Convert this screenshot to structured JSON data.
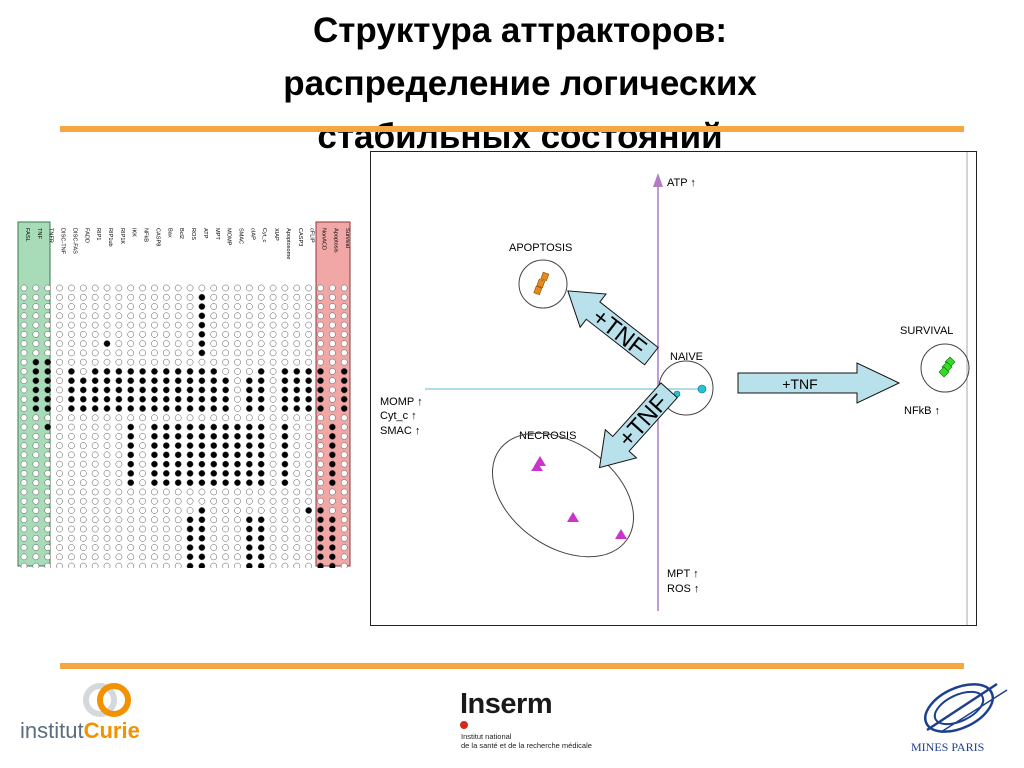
{
  "slide": {
    "title_lines": [
      "Структура аттракторов:",
      "распределение логических",
      "стабильных состояний"
    ]
  },
  "matrix": {
    "columns": [
      "FASL",
      "TNF",
      "TNFR",
      "DISC-TNF",
      "DISC-FAS",
      "FADD",
      "RIP1",
      "RIP1ub",
      "RIP1K",
      "IKK",
      "NFkB",
      "CASP8",
      "Bax",
      "Bcl2",
      "ROS",
      "ATP",
      "MPT",
      "MOMP",
      "SMAC",
      "cIAP",
      "Cyt_c",
      "XIAP",
      "Apoptosome",
      "CASP3",
      "cFLIP",
      "NonACD",
      "Apoptosis",
      "Survival"
    ],
    "input_columns": 3,
    "output_columns": 3,
    "rows": [
      "0000000000000000000000000000",
      "0000000000000001000000000000",
      "0000000000000001000000000000",
      "0000000000000001000000000000",
      "0000000000000001000000000000",
      "0000000000000001000000000000",
      "0000000100000001000000000000",
      "0000000000000001000000000000",
      "0110000000000000000000000000",
      "0110101111111111100010111101",
      "0110111111111111110110111101",
      "0110111111111111110110111101",
      "0110111111111111110110111101",
      "0110111111111111110110111101",
      "0000000000000000000000000000",
      "0010000001011111111110100010",
      "0000000001011111111110100010",
      "0000000001011111111110100010",
      "0000000001011111111110100010",
      "0000000001011111111110100010",
      "0000000001011111111110100010",
      "0000000001011111111110100010",
      "0000000000000000000000000000",
      "0000000000000000000000000000",
      "0000000000000001000000001100",
      "0000000000000011000110000110",
      "0000000000000011000110000110",
      "0000000000000011000110000110",
      "0000000000000011000110000110",
      "0000000000000011000110000110",
      "0000000000000011000110000110"
    ],
    "colors": {
      "input_band": "#a8dcb8",
      "output_band": "#f2a7a7",
      "filled": "#000000",
      "empty": "#ffffff"
    }
  },
  "diagram": {
    "labels": {
      "atp": "ATP ↑",
      "apoptosis": "APOPTOSIS",
      "survival": "SURVIVAL",
      "naive": "NAIVE",
      "necrosis": "NECROSIS",
      "nfkb": "NFkB ↑",
      "momp": "MOMP ↑",
      "cytc": "Cyt_c ↑",
      "smac": "SMAC ↑",
      "mpt": "MPT ↑",
      "ros": "ROS ↑"
    },
    "arrows": {
      "survival": "+TNF",
      "apoptosis": "+TNF",
      "necrosis": "+TNF"
    },
    "colors": {
      "axis_vertical": "#b07cc6",
      "axis_horizontal": "#7fc8d8",
      "arrow_fill": "#b9e1ec",
      "apoptosis_marker": "#e88a1a",
      "survival_marker": "#33dd22",
      "necrosis_marker": "#cc33cc",
      "naive_marker": "#22c5d5"
    }
  },
  "logos": {
    "curie": {
      "text_a": "institut",
      "text_b": "Curie"
    },
    "inserm": {
      "name": "Inserm",
      "sub_1": "Institut national",
      "sub_2": "de la santé et de la recherche médicale"
    },
    "mines": {
      "name": "MINES PARIS"
    }
  }
}
